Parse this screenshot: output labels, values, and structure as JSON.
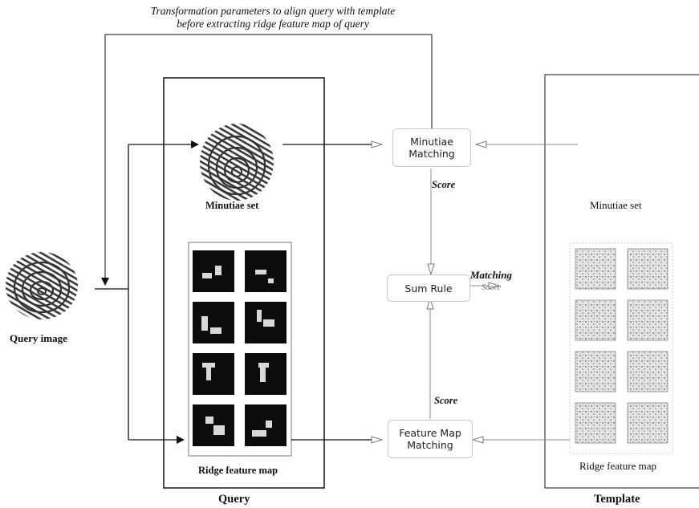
{
  "caption": {
    "line1": "Transformation parameters to align query with template",
    "line2": "before extracting ridge feature map of query"
  },
  "query_image_label": "Query image",
  "query_panel": {
    "title": "Query",
    "minutiae_label": "Minutiae set",
    "ridge_label": "Ridge feature map"
  },
  "template_panel": {
    "title": "Template",
    "minutiae_label": "Minutiae set",
    "ridge_label": "Ridge feature map"
  },
  "minutiae_matching": {
    "line1": "Minutiae",
    "line2": "Matching"
  },
  "feature_map_matching": {
    "line1": "Feature Map",
    "line2": "Matching"
  },
  "sum_rule": "Sum Rule",
  "score_top": "Score",
  "score_bottom": "Score",
  "output": {
    "line1": "Matching",
    "line2": "Score"
  },
  "colors": {
    "line": "#111111",
    "light_line": "#8c8c8c",
    "box_border": "#c8c8c8",
    "map_bg": "#0c0c0c"
  }
}
